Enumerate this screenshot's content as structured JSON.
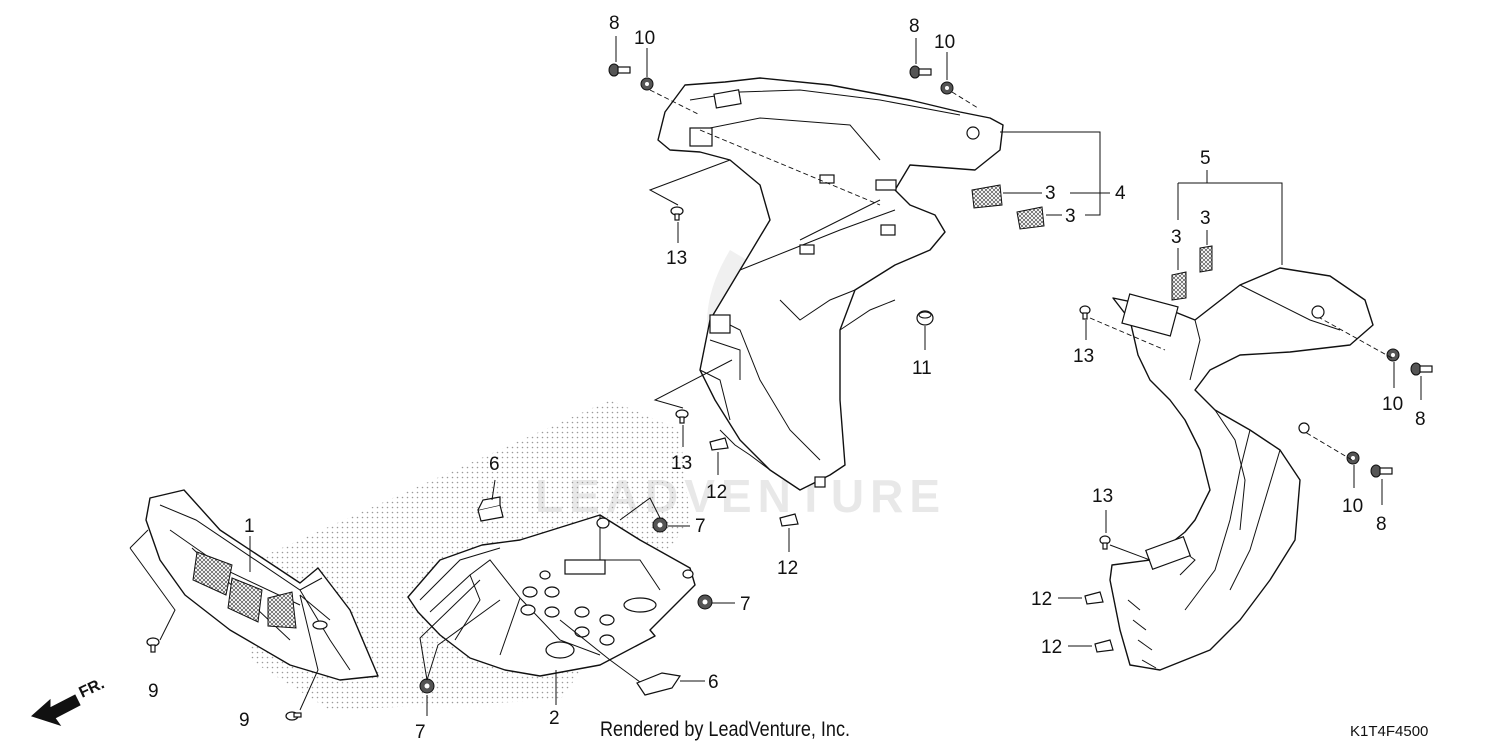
{
  "diagram": {
    "credit": "Rendered by LeadVenture, Inc.",
    "code": "K1T4F4500",
    "front_marker": "FR.",
    "watermark": "LEADVENTURE",
    "callouts": {
      "c1": "1",
      "c2": "2",
      "c3a": "3",
      "c3b": "3",
      "c3c": "3",
      "c3d": "3",
      "c4": "4",
      "c5": "5",
      "c6a": "6",
      "c6b": "6",
      "c7a": "7",
      "c7b": "7",
      "c7c": "7",
      "c8a": "8",
      "c8b": "8",
      "c8c": "8",
      "c8d": "8",
      "c9a": "9",
      "c9b": "9",
      "c10a": "10",
      "c10b": "10",
      "c10c": "10",
      "c10d": "10",
      "c11": "11",
      "c12a": "12",
      "c12b": "12",
      "c12c": "12",
      "c12d": "12",
      "c13a": "13",
      "c13b": "13",
      "c13c": "13",
      "c13d": "13"
    }
  }
}
